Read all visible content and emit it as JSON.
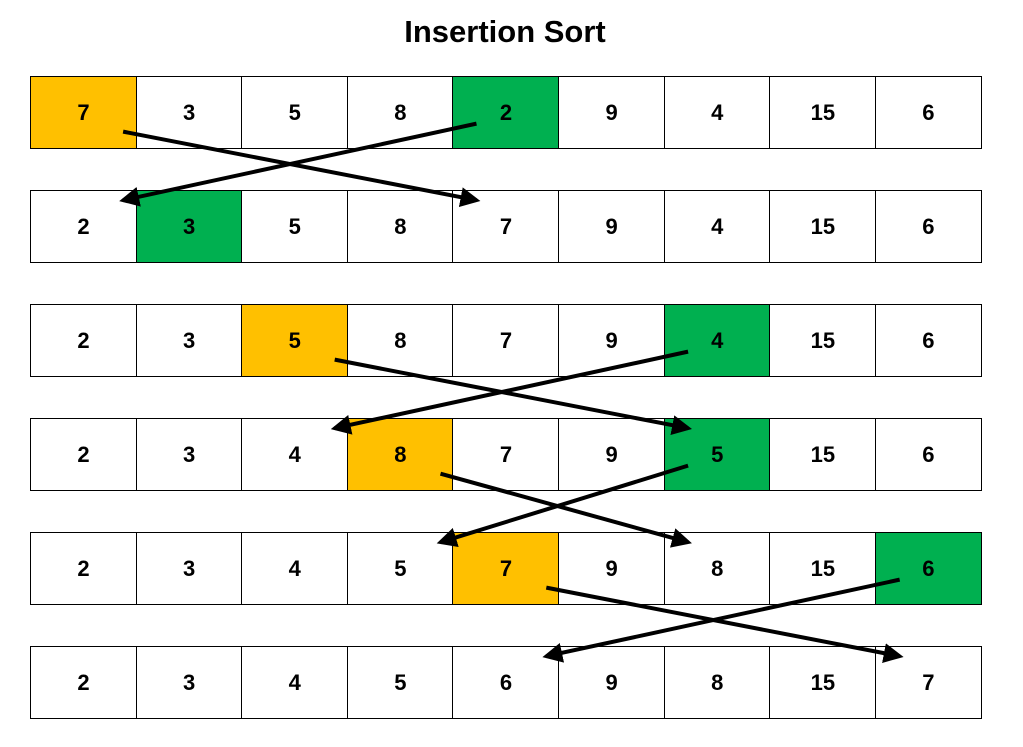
{
  "title": "Insertion Sort",
  "colors": {
    "highlight_yellow": "#ffc000",
    "highlight_green": "#00b050",
    "cell": "#ffffff",
    "line": "#000000"
  },
  "rows": [
    {
      "cells": [
        {
          "v": "7",
          "hl": "yellow"
        },
        {
          "v": "3"
        },
        {
          "v": "5"
        },
        {
          "v": "8"
        },
        {
          "v": "2",
          "hl": "green"
        },
        {
          "v": "9"
        },
        {
          "v": "4"
        },
        {
          "v": "15"
        },
        {
          "v": "6"
        }
      ]
    },
    {
      "cells": [
        {
          "v": "2"
        },
        {
          "v": "3",
          "hl": "green"
        },
        {
          "v": "5"
        },
        {
          "v": "8"
        },
        {
          "v": "7"
        },
        {
          "v": "9"
        },
        {
          "v": "4"
        },
        {
          "v": "15"
        },
        {
          "v": "6"
        }
      ]
    },
    {
      "cells": [
        {
          "v": "2"
        },
        {
          "v": "3"
        },
        {
          "v": "5",
          "hl": "yellow"
        },
        {
          "v": "8"
        },
        {
          "v": "7"
        },
        {
          "v": "9"
        },
        {
          "v": "4",
          "hl": "green"
        },
        {
          "v": "15"
        },
        {
          "v": "6"
        }
      ]
    },
    {
      "cells": [
        {
          "v": "2"
        },
        {
          "v": "3"
        },
        {
          "v": "4"
        },
        {
          "v": "8",
          "hl": "yellow"
        },
        {
          "v": "7"
        },
        {
          "v": "9"
        },
        {
          "v": "5",
          "hl": "green"
        },
        {
          "v": "15"
        },
        {
          "v": "6"
        }
      ]
    },
    {
      "cells": [
        {
          "v": "2"
        },
        {
          "v": "3"
        },
        {
          "v": "4"
        },
        {
          "v": "5"
        },
        {
          "v": "7",
          "hl": "yellow"
        },
        {
          "v": "9"
        },
        {
          "v": "8"
        },
        {
          "v": "15"
        },
        {
          "v": "6",
          "hl": "green"
        }
      ]
    },
    {
      "cells": [
        {
          "v": "2"
        },
        {
          "v": "3"
        },
        {
          "v": "4"
        },
        {
          "v": "5"
        },
        {
          "v": "6"
        },
        {
          "v": "9"
        },
        {
          "v": "8"
        },
        {
          "v": "15"
        },
        {
          "v": "7"
        }
      ]
    }
  ],
  "swaps": [
    {
      "from_row": 0,
      "to_row": 1,
      "from_col": 0,
      "to_col": 4
    },
    {
      "from_row": 0,
      "to_row": 1,
      "from_col": 4,
      "to_col": 0
    },
    {
      "from_row": 2,
      "to_row": 3,
      "from_col": 2,
      "to_col": 6
    },
    {
      "from_row": 2,
      "to_row": 3,
      "from_col": 6,
      "to_col": 2
    },
    {
      "from_row": 3,
      "to_row": 4,
      "from_col": 3,
      "to_col": 6
    },
    {
      "from_row": 3,
      "to_row": 4,
      "from_col": 6,
      "to_col": 3
    },
    {
      "from_row": 4,
      "to_row": 5,
      "from_col": 4,
      "to_col": 8
    },
    {
      "from_row": 4,
      "to_row": 5,
      "from_col": 8,
      "to_col": 4
    }
  ]
}
